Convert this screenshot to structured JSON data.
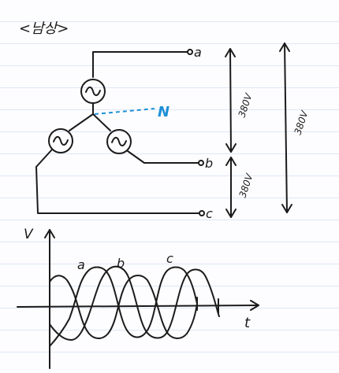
{
  "header": {
    "title": "<남상>"
  },
  "circuit": {
    "terminals": {
      "a": "a",
      "b": "b",
      "c": "c"
    },
    "neutral_label": "N",
    "voltage_ab": "380V",
    "voltage_bc": "380V",
    "voltage_ac": "380V"
  },
  "waveform": {
    "y_axis_label": "V",
    "x_axis_label": "t",
    "phase_labels": [
      "a",
      "b",
      "c"
    ]
  },
  "colors": {
    "ink": "#1b1b1b",
    "neutral": "#1e90d6",
    "ruled_line": "#dfe6f5"
  }
}
